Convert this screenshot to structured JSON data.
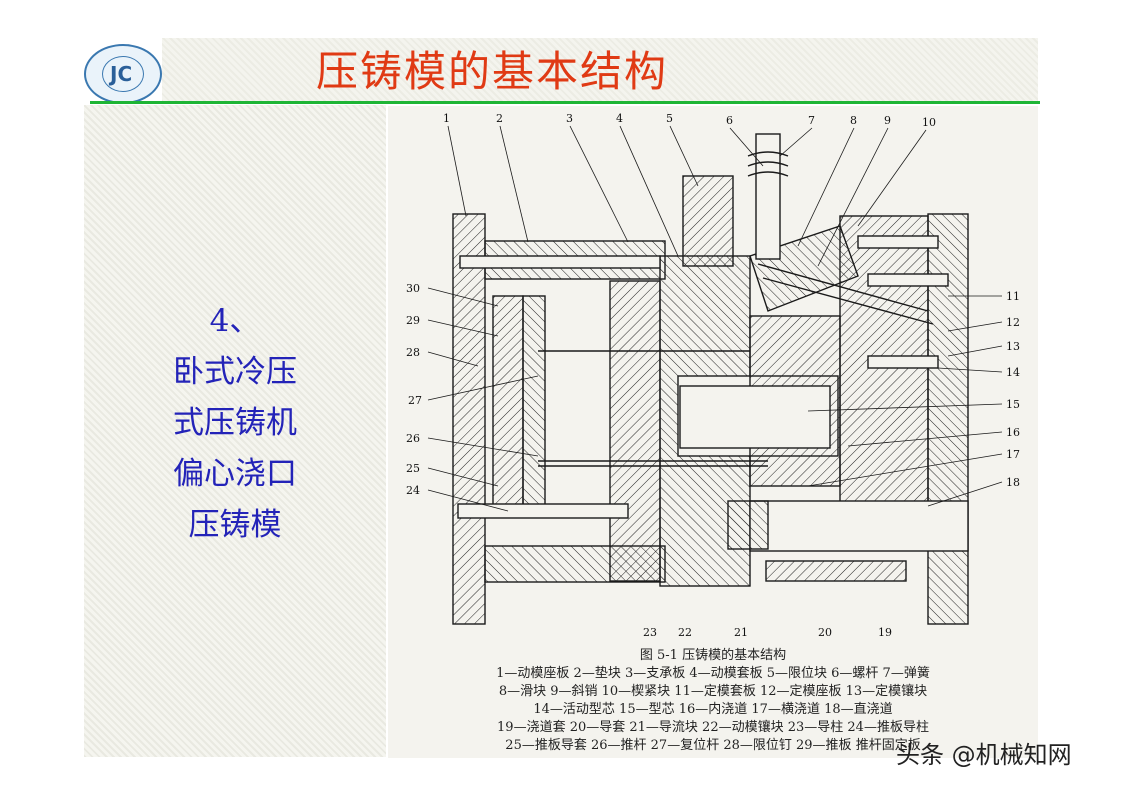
{
  "slide": {
    "title": "压铸模的基本结构",
    "side_lines": [
      "4、",
      "卧式冷压",
      "式压铸机",
      "偏心浇口",
      "压铸模"
    ]
  },
  "figure": {
    "numbers_top": [
      "1",
      "2",
      "3",
      "4",
      "5",
      "6",
      "7",
      "8",
      "9",
      "10"
    ],
    "numbers_right": [
      "11",
      "12",
      "13",
      "14",
      "15",
      "16",
      "17",
      "18"
    ],
    "numbers_bottom": [
      "19",
      "20",
      "21",
      "22",
      "23"
    ],
    "numbers_left": [
      "24",
      "25",
      "26",
      "27",
      "28",
      "29",
      "30"
    ],
    "caption_title": "图 5-1   压铸模的基本结构",
    "legend_lines": [
      "1—动模座板   2—垫块   3—支承板   4—动模套板   5—限位块   6—螺杆   7—弹簧",
      "8—滑块   9—斜销   10—楔紧块   11—定模套板   12—定模座板   13—定模镶块",
      "14—活动型芯   15—型芯   16—内浇道   17—横浇道   18—直浇道",
      "19—浇道套   20—导套   21—导流块   22—动模镶块   23—导柱   24—推板导柱",
      "25—推板导套   26—推杆   27—复位杆   28—限位钉   29—推板"
    ],
    "legend_tail": "推杆固定板"
  },
  "watermark": "头条 @机械知网",
  "colors": {
    "title": "#e03a14",
    "side_text": "#2323b8",
    "rule": "#1eb535",
    "drawing": "#1a1a1a"
  }
}
